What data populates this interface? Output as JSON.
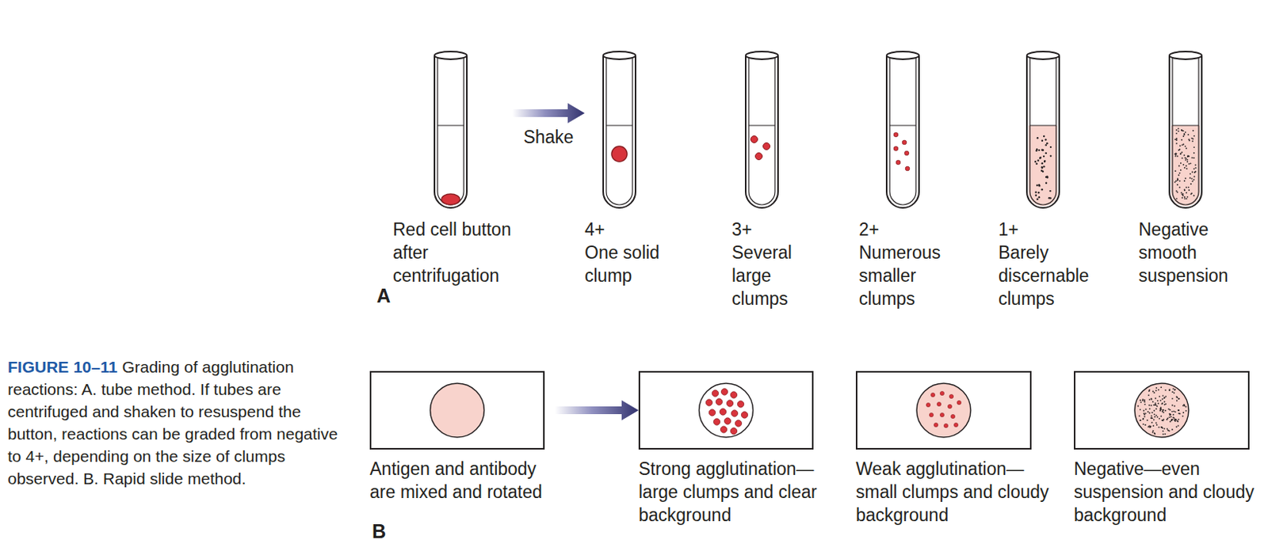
{
  "diagram": {
    "title": "FIGURE 10–11",
    "caption": "Grading of agglutination reactions: A. tube method. If tubes are centrifuged and shaken to resuspend the button, reactions can be graded from negative to 4+, depending on the size of clumps observed. B. Rapid slide method.",
    "nodes": [
      {
        "text": [
          "Red cell button after centrifugation"
        ]
      },
      {
        "text": [
          "4+",
          "One solid clump"
        ]
      },
      {
        "text": [
          "3+",
          "Several large clumps"
        ]
      },
      {
        "text": [
          "2+",
          "Numerous smaller clumps"
        ]
      },
      {
        "text": [
          "1+",
          "Barely discernable clumps"
        ]
      },
      {
        "text": [
          "Negative",
          "smooth suspension"
        ]
      },
      {
        "text": [
          "Antigen and antibody are mixed and rotated"
        ]
      },
      {
        "text": [
          "Strong agglutination—large clumps and clear background"
        ]
      },
      {
        "text": [
          "Weak agglutination—small clumps and cloudy background"
        ]
      },
      {
        "text": [
          "Negative—even suspension and cloudy background"
        ]
      }
    ],
    "edges": [
      {
        "from": 0,
        "to": 1,
        "arrow": "to",
        "label": "Shake"
      },
      {
        "from": 6,
        "to": 7,
        "arrow": "to"
      }
    ],
    "labels": [
      "A",
      "B"
    ]
  }
}
